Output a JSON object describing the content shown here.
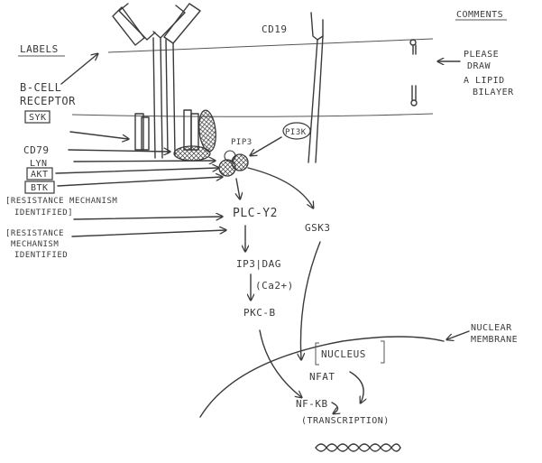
{
  "headers": {
    "labels": "LABELS",
    "comments": "COMMENTS"
  },
  "labels": {
    "b_cell_receptor_line1": "B-CELL",
    "b_cell_receptor_line2": "RECEPTOR",
    "syk": "SYK",
    "cd79": "CD79",
    "lyn": "LYN",
    "akt": "AKT",
    "btk": "BTK",
    "resistance_1_line1": "[RESISTANCE MECHANISM",
    "resistance_1_line2": "IDENTIFIED]",
    "resistance_2_line1": "[RESISTANCE",
    "resistance_2_line2": "MECHANISM",
    "resistance_2_line3": "IDENTIFIED"
  },
  "comments": {
    "bilayer_line1": "PLEASE",
    "bilayer_line2": "DRAW",
    "bilayer_line3": "A LIPID",
    "bilayer_line4": "BILAYER",
    "nuclear_line1": "NUCLEAR",
    "nuclear_line2": "MEMBRANE"
  },
  "diagram": {
    "cd19": "CD19",
    "pi3k": "PI3K",
    "pip3": "PIP3",
    "plc": "PLC-Y2",
    "gsk3": "GSK3",
    "ip3dag": "IP3|DAG",
    "ca": "(Ca2+)",
    "pkc": "PKC-B",
    "nucleus": "NUCLEUS",
    "nfat": "NFAT",
    "nfkb": "NF-KB",
    "transcription": "(TRANSCRIPTION)"
  }
}
